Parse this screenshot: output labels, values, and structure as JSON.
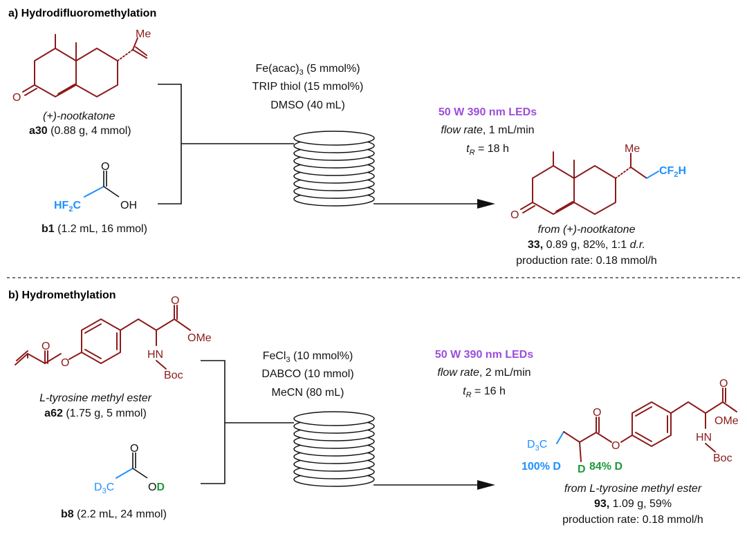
{
  "section_a": {
    "title": "a) Hydrodifluoromethylation",
    "substrate": {
      "name": "(+)-nootkatone",
      "code": "a30",
      "amount": " (0.88 g, 4 mmol)",
      "label_me": "Me",
      "label_o": "O"
    },
    "acid": {
      "label_hf2c": "HF",
      "label_hf2c_sub": "2",
      "label_c": "C",
      "label_o": "O",
      "label_oh": "OH",
      "code": "b1",
      "amount": " (1.2 mL, 16 mmol)"
    },
    "conditions": {
      "line1_pre": "Fe(acac)",
      "line1_sub": "3",
      "line1_post": " (5 mmol%)",
      "line2": "TRIP thiol (15 mmol%)",
      "line3": "DMSO (40 mL)"
    },
    "flow": {
      "led": "50 W 390 nm LEDs",
      "flow_rate_label": "flow rate",
      "flow_rate_value": ", 1 mL/min",
      "tr_label": "t",
      "tr_sub": "R",
      "tr_value": " = 18 h"
    },
    "product": {
      "label_me": "Me",
      "label_o": "O",
      "label_cf2h": "CF",
      "label_cf2h_sub": "2",
      "label_cf2h_h": "H",
      "from": "from (+)-nootkatone",
      "code": "33,",
      "yield_pre": " 0.89 g, 82%, 1:1 ",
      "dr": "d.r.",
      "rate": "production rate: 0.18 mmol/h"
    }
  },
  "section_b": {
    "title": "b) Hydromethylation",
    "substrate": {
      "name": "L-tyrosine methyl ester",
      "code": "a62",
      "amount": " (1.75 g, 5 mmol)",
      "label_o1": "O",
      "label_o2": "O",
      "label_o3": "O",
      "label_ome": "OMe",
      "label_hn": "HN",
      "label_boc": "Boc"
    },
    "acid": {
      "label_d3c": "D",
      "label_d3c_sub": "3",
      "label_c": "C",
      "label_o": "O",
      "label_od_o": "O",
      "label_od_d": "D",
      "code": "b8",
      "amount": " (2.2 mL, 24 mmol)"
    },
    "conditions": {
      "line1_pre": "FeCl",
      "line1_sub": "3",
      "line1_post": " (10 mmol%)",
      "line2": "DABCO (10 mmol)",
      "line3": "MeCN (80 mL)"
    },
    "flow": {
      "led": "50 W 390 nm LEDs",
      "flow_rate_label": "flow rate",
      "flow_rate_value": ", 2 mL/min",
      "tr_label": "t",
      "tr_sub": "R",
      "tr_value": " = 16 h"
    },
    "product": {
      "label_d3c": "D",
      "label_d3c_sub": "3",
      "label_c": "C",
      "label_d": "D",
      "label_o1": "O",
      "label_o2": "O",
      "label_o3": "O",
      "label_ome": "OMe",
      "label_hn": "HN",
      "label_boc": "Boc",
      "d_pct_1": "100% D",
      "d_pct_2": "84% D",
      "from": "from L-tyrosine methyl ester",
      "code": "93,",
      "yield": " 1.09 g, 59%",
      "rate": "production rate: 0.18 mmol/h"
    }
  },
  "colors": {
    "structure": "#8b1a1a",
    "fluorine_deuterium": "#1e90ff",
    "led": "#9b4ddb",
    "deuterium_pct": "#1e9a3a"
  }
}
